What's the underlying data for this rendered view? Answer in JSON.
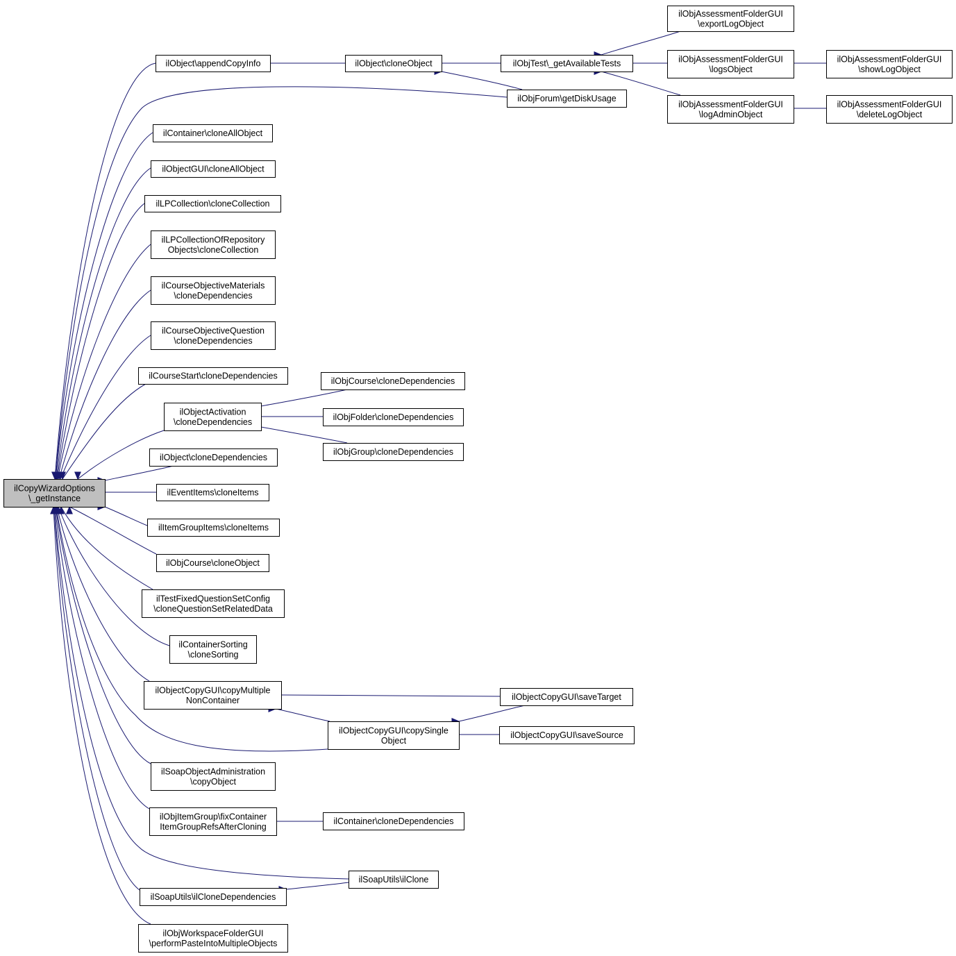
{
  "graph": {
    "edge_color": "#191970",
    "root_fill": "#bfbfbf",
    "node_fill": "#ffffff",
    "nodes": [
      {
        "id": "root",
        "lines": [
          "ilCopyWizardOptions",
          "\\_getInstance"
        ],
        "root": true
      },
      {
        "id": "appendCopyInfo",
        "lines": [
          "ilObject\\appendCopyInfo"
        ]
      },
      {
        "id": "cloneObject",
        "lines": [
          "ilObject\\cloneObject"
        ]
      },
      {
        "id": "getAvailableTests",
        "lines": [
          "ilObjTest\\_getAvailableTests"
        ]
      },
      {
        "id": "exportLogObject",
        "lines": [
          "ilObjAssessmentFolderGUI",
          "\\exportLogObject"
        ]
      },
      {
        "id": "logsObject",
        "lines": [
          "ilObjAssessmentFolderGUI",
          "\\logsObject"
        ]
      },
      {
        "id": "showLogObject",
        "lines": [
          "ilObjAssessmentFolderGUI",
          "\\showLogObject"
        ]
      },
      {
        "id": "logAdminObject",
        "lines": [
          "ilObjAssessmentFolderGUI",
          "\\logAdminObject"
        ]
      },
      {
        "id": "deleteLogObject",
        "lines": [
          "ilObjAssessmentFolderGUI",
          "\\deleteLogObject"
        ]
      },
      {
        "id": "getDiskUsage",
        "lines": [
          "ilObjForum\\getDiskUsage"
        ]
      },
      {
        "id": "containerCloneAll",
        "lines": [
          "ilContainer\\cloneAllObject"
        ]
      },
      {
        "id": "objectGuiCloneAll",
        "lines": [
          "ilObjectGUI\\cloneAllObject"
        ]
      },
      {
        "id": "lpCollection",
        "lines": [
          "ilLPCollection\\cloneCollection"
        ]
      },
      {
        "id": "lpCollectionRepo",
        "lines": [
          "ilLPCollectionOfRepository",
          "Objects\\cloneCollection"
        ]
      },
      {
        "id": "courseObjMaterials",
        "lines": [
          "ilCourseObjectiveMaterials",
          "\\cloneDependencies"
        ]
      },
      {
        "id": "courseObjQuestion",
        "lines": [
          "ilCourseObjectiveQuestion",
          "\\cloneDependencies"
        ]
      },
      {
        "id": "courseStart",
        "lines": [
          "ilCourseStart\\cloneDependencies"
        ]
      },
      {
        "id": "objectActivation",
        "lines": [
          "ilObjectActivation",
          "\\cloneDependencies"
        ]
      },
      {
        "id": "objCourseDeps",
        "lines": [
          "ilObjCourse\\cloneDependencies"
        ]
      },
      {
        "id": "objFolderDeps",
        "lines": [
          "ilObjFolder\\cloneDependencies"
        ]
      },
      {
        "id": "objGroupDeps",
        "lines": [
          "ilObjGroup\\cloneDependencies"
        ]
      },
      {
        "id": "objectDeps",
        "lines": [
          "ilObject\\cloneDependencies"
        ]
      },
      {
        "id": "eventItems",
        "lines": [
          "ilEventItems\\cloneItems"
        ]
      },
      {
        "id": "itemGroupItems",
        "lines": [
          "ilItemGroupItems\\cloneItems"
        ]
      },
      {
        "id": "objCourseCloneObject",
        "lines": [
          "ilObjCourse\\cloneObject"
        ]
      },
      {
        "id": "testFixedQSet",
        "lines": [
          "ilTestFixedQuestionSetConfig",
          "\\cloneQuestionSetRelatedData"
        ]
      },
      {
        "id": "containerSorting",
        "lines": [
          "ilContainerSorting",
          "\\cloneSorting"
        ]
      },
      {
        "id": "copyMultiple",
        "lines": [
          "ilObjectCopyGUI\\copyMultiple",
          "NonContainer"
        ]
      },
      {
        "id": "saveTarget",
        "lines": [
          "ilObjectCopyGUI\\saveTarget"
        ]
      },
      {
        "id": "copySingle",
        "lines": [
          "ilObjectCopyGUI\\copySingle",
          "Object"
        ]
      },
      {
        "id": "saveSource",
        "lines": [
          "ilObjectCopyGUI\\saveSource"
        ]
      },
      {
        "id": "soapObjAdmin",
        "lines": [
          "ilSoapObjectAdministration",
          "\\copyObject"
        ]
      },
      {
        "id": "objItemGroup",
        "lines": [
          "ilObjItemGroup\\fixContainer",
          "ItemGroupRefsAfterCloning"
        ]
      },
      {
        "id": "containerDeps",
        "lines": [
          "ilContainer\\cloneDependencies"
        ]
      },
      {
        "id": "soapIlClone",
        "lines": [
          "ilSoapUtils\\ilClone"
        ]
      },
      {
        "id": "soapIlCloneDeps",
        "lines": [
          "ilSoapUtils\\ilCloneDependencies"
        ]
      },
      {
        "id": "workspaceFolder",
        "lines": [
          "ilObjWorkspaceFolderGUI",
          "\\performPasteIntoMultipleObjects"
        ]
      }
    ]
  }
}
